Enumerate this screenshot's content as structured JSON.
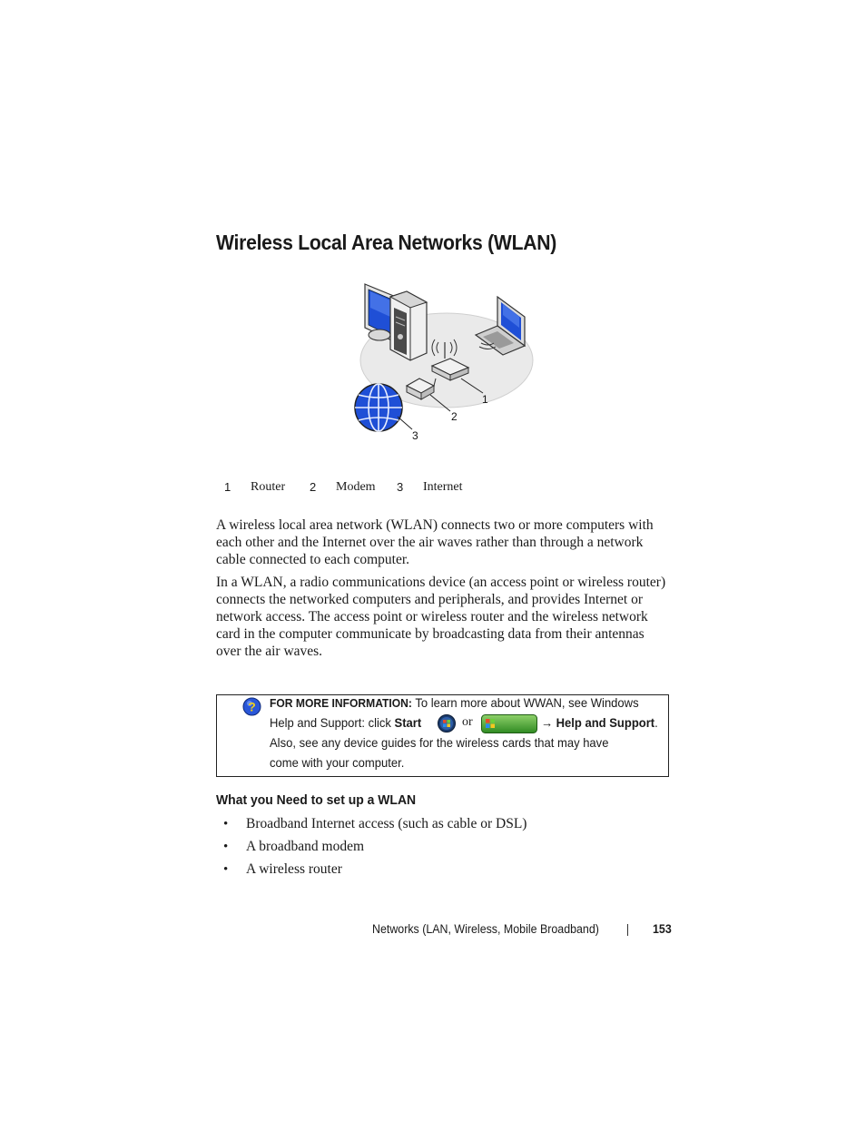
{
  "title": "Wireless Local Area Networks (WLAN)",
  "figure": {
    "callouts": [
      "1",
      "2",
      "3"
    ],
    "legend": [
      {
        "num": "1",
        "label": "Router"
      },
      {
        "num": "2",
        "label": "Modem"
      },
      {
        "num": "3",
        "label": "Internet"
      }
    ]
  },
  "paragraphs": [
    "A wireless local area network (WLAN) connects two or more computers with each other and the Internet over the air waves rather than through a network cable connected to each computer.",
    "In a WLAN, a radio communications device (an access point or wireless router) connects the networked computers and peripherals, and provides Internet or network access. The access point or wireless router and the wireless network card in the computer communicate by broadcasting data from their antennas over the air waves."
  ],
  "note": {
    "label": "FOR MORE INFORMATION:",
    "line1_text": " To learn more about WWAN, see Windows",
    "line2_pre": "Help and Support: click ",
    "start": "Start",
    "or": "or",
    "arrow": "→",
    "help_and_support": "Help and Support",
    "period": ".",
    "line3": "Also, see any device guides for the wireless cards that may have",
    "line4": "come with your computer."
  },
  "section": {
    "heading": "What you Need to set up a WLAN",
    "bullet_symbol": "•",
    "items": [
      "Broadband Internet access (such as cable or DSL)",
      "A broadband modem",
      "A wireless router"
    ]
  },
  "footer": {
    "section": "Networks (LAN, Wireless, Mobile Broadband)",
    "page": "153"
  }
}
